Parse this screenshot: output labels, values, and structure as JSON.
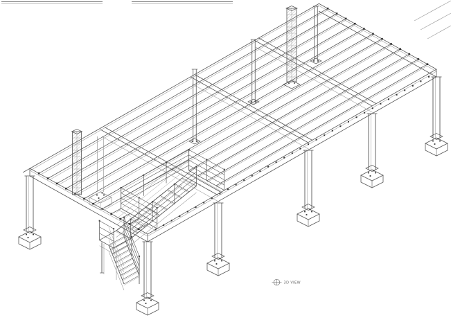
{
  "drawing": {
    "type": "3D isometric structural steel framing wireframe",
    "view_title": {
      "label": "3D VIEW",
      "symbol": "view-reference-bubble"
    },
    "colors": {
      "background": "#ffffff",
      "line_primary": "#565656",
      "line_secondary": "#9d9d9d",
      "line_dark": "#333333",
      "hatch": "#8a8a8a",
      "label_text": "#666666"
    },
    "inventory": {
      "columns_with_footings": 6,
      "interior_joists": 12,
      "cross_girders": 3,
      "hatched_wall_studs": 2,
      "freestanding_posts": 3,
      "stair_flights": 2,
      "stair_landings": 1,
      "stair_opening_guardrail_sides": 3
    }
  }
}
